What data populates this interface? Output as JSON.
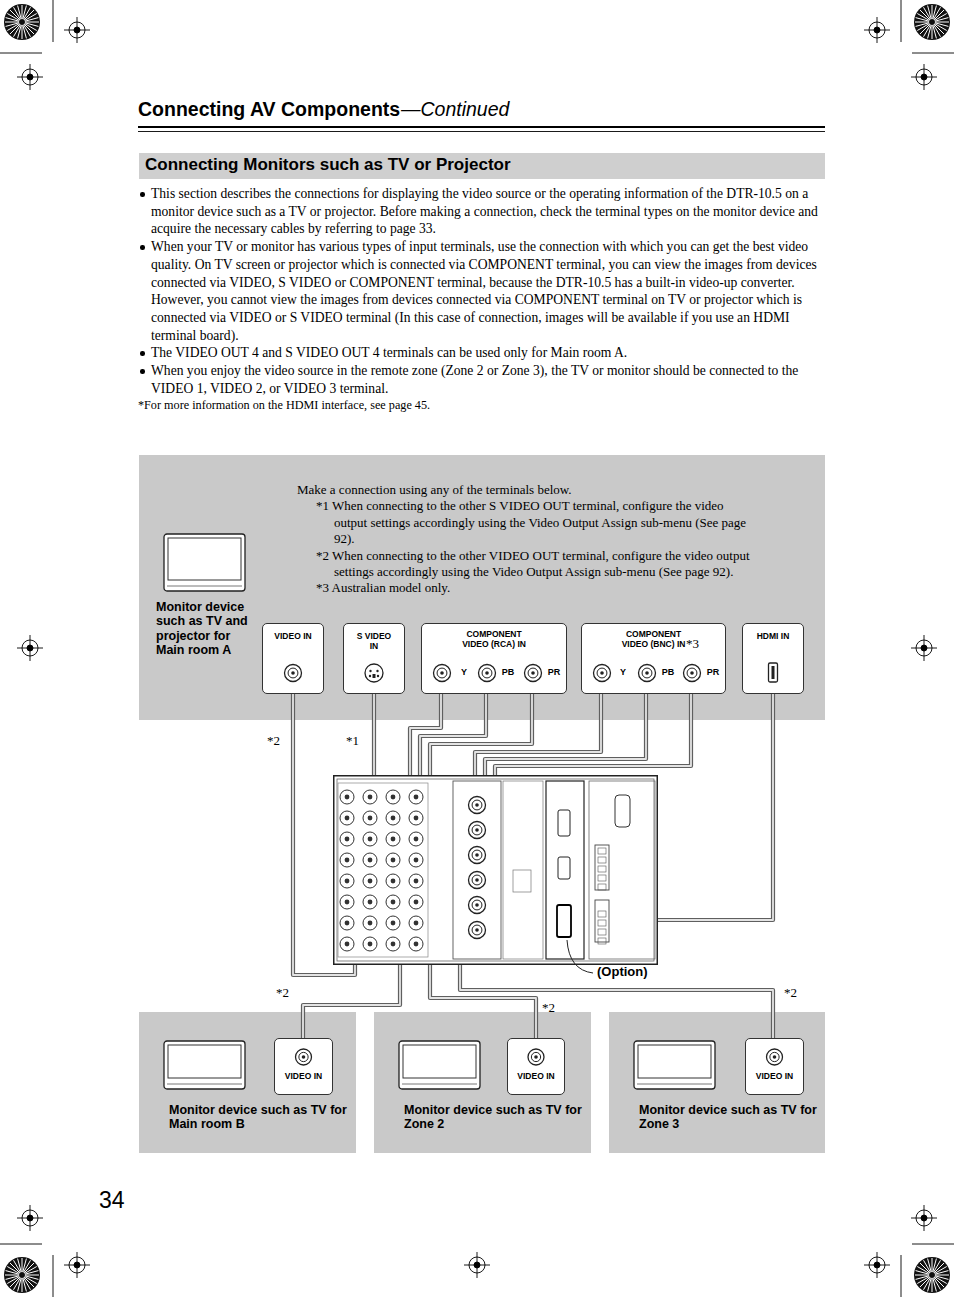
{
  "diagram": {
    "title": "Connecting AV Components",
    "nodes": [
      {
        "text": [
          "Connecting Monitors such as TV or Projector"
        ]
      },
      {
        "text": [
          "Make a connection using any of the terminals below.",
          "*1 When connecting to the other S VIDEO OUT terminal, configure the video output settings accordingly using the Video Output Assign sub-menu (See page 92).",
          "*2 When connecting to the other VIDEO OUT terminal, configure the video output settings accordingly using the Video Output Assign sub-menu (See page 92).",
          "*3 Australian model only."
        ]
      },
      {
        "text": [
          "Monitor device such as TV and projector for Main room A"
        ],
        "in": 1
      },
      {
        "text": [
          "VIDEO IN"
        ],
        "in": 1
      },
      {
        "text": [
          "S VIDEO IN"
        ],
        "in": 1
      },
      {
        "text": [
          "COMPONENT VIDEO (RCA) IN",
          "Y",
          "PB",
          "PR"
        ],
        "in": 1
      },
      {
        "text": [
          "COMPONENT VIDEO (BNC) IN",
          "*3",
          "Y",
          "PB",
          "PR"
        ],
        "in": 1
      },
      {
        "text": [
          "HDMI IN"
        ],
        "in": 1
      },
      {
        "text": [
          "(Option)"
        ]
      },
      {
        "text": [
          "Monitor device such as TV for Main room B"
        ]
      },
      {
        "text": [
          "VIDEO IN"
        ],
        "in": 9
      },
      {
        "text": [
          "Monitor device such as TV for Zone 2"
        ]
      },
      {
        "text": [
          "VIDEO IN"
        ],
        "in": 11
      },
      {
        "text": [
          "Monitor device such as TV for Zone 3"
        ]
      },
      {
        "text": [
          "VIDEO IN"
        ],
        "in": 13
      }
    ],
    "edges": [
      {
        "from": 8,
        "to": 3,
        "arrow": "none",
        "label": "*2"
      },
      {
        "from": 8,
        "to": 4,
        "arrow": "none",
        "label": "*1"
      },
      {
        "from": 8,
        "to": 5,
        "arrow": "none"
      },
      {
        "from": 8,
        "to": 6,
        "arrow": "none"
      },
      {
        "from": 8,
        "to": 7,
        "arrow": "none"
      },
      {
        "from": 8,
        "to": 10,
        "arrow": "none",
        "label": "*2"
      },
      {
        "from": 8,
        "to": 12,
        "arrow": "none",
        "label": "*2"
      },
      {
        "from": 8,
        "to": 14,
        "arrow": "none",
        "label": "*2"
      }
    ],
    "labels": [
      "—Continued",
      "This section describes the connections for displaying the video source or the operating information of the DTR-10.5 on a monitor device such as a TV or projector. Before making a connection, check the terminal types on the monitor device and acquire the necessary cables by referring to page 33.",
      "When your TV or monitor has various types of input terminals, use the connection with which you can get the best video quality. On TV screen or projector which is connected via COMPONENT terminal, you can view the images from devices connected via VIDEO, S VIDEO or COMPONENT terminal, because the DTR-10.5 has a built-in video-up converter. However, you cannot view the images from devices connected via COMPONENT terminal on TV or projector which is connected via VIDEO or S VIDEO terminal (In this case of connection, images will be available if you use an HDMI terminal board).",
      "The VIDEO OUT 4 and S VIDEO OUT 4 terminals can be used only for Main room A.",
      "When you enjoy the video source in the remote zone (Zone 2 or Zone 3), the TV or monitor should be connected to the VIDEO 1, VIDEO 2, or VIDEO 3 terminal.",
      "*For more information on the HDMI interface, see page 45.",
      "34"
    ]
  }
}
